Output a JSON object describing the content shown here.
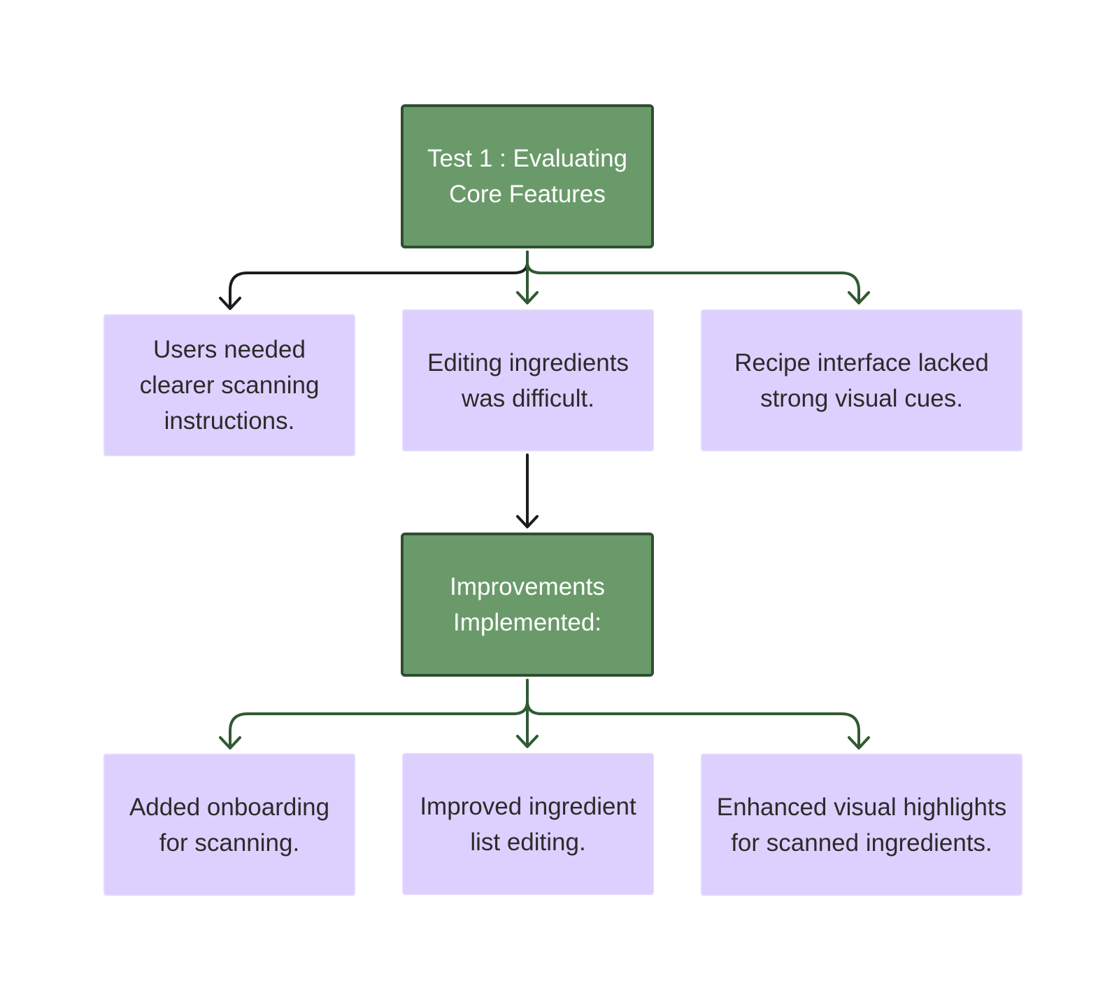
{
  "diagram": {
    "top": {
      "title": "Test 1 : Evaluating\nCore Features"
    },
    "findings": [
      {
        "text": "Users needed\nclearer scanning\ninstructions."
      },
      {
        "text": "Editing ingredients\nwas difficult."
      },
      {
        "text": "Recipe interface lacked\nstrong visual cues."
      }
    ],
    "middle": {
      "title": "Improvements\nImplemented:"
    },
    "improvements": [
      {
        "text": "Added onboarding\nfor scanning."
      },
      {
        "text": "Improved ingredient\nlist editing."
      },
      {
        "text": "Enhanced visual highlights\nfor scanned ingredients."
      }
    ],
    "colors": {
      "primary_fill": "#6a9a6a",
      "primary_border": "#2f4f31",
      "secondary_fill": "#ddd0fe",
      "connector_green": "#2f5a33",
      "connector_dark": "#1c1c1c"
    }
  }
}
